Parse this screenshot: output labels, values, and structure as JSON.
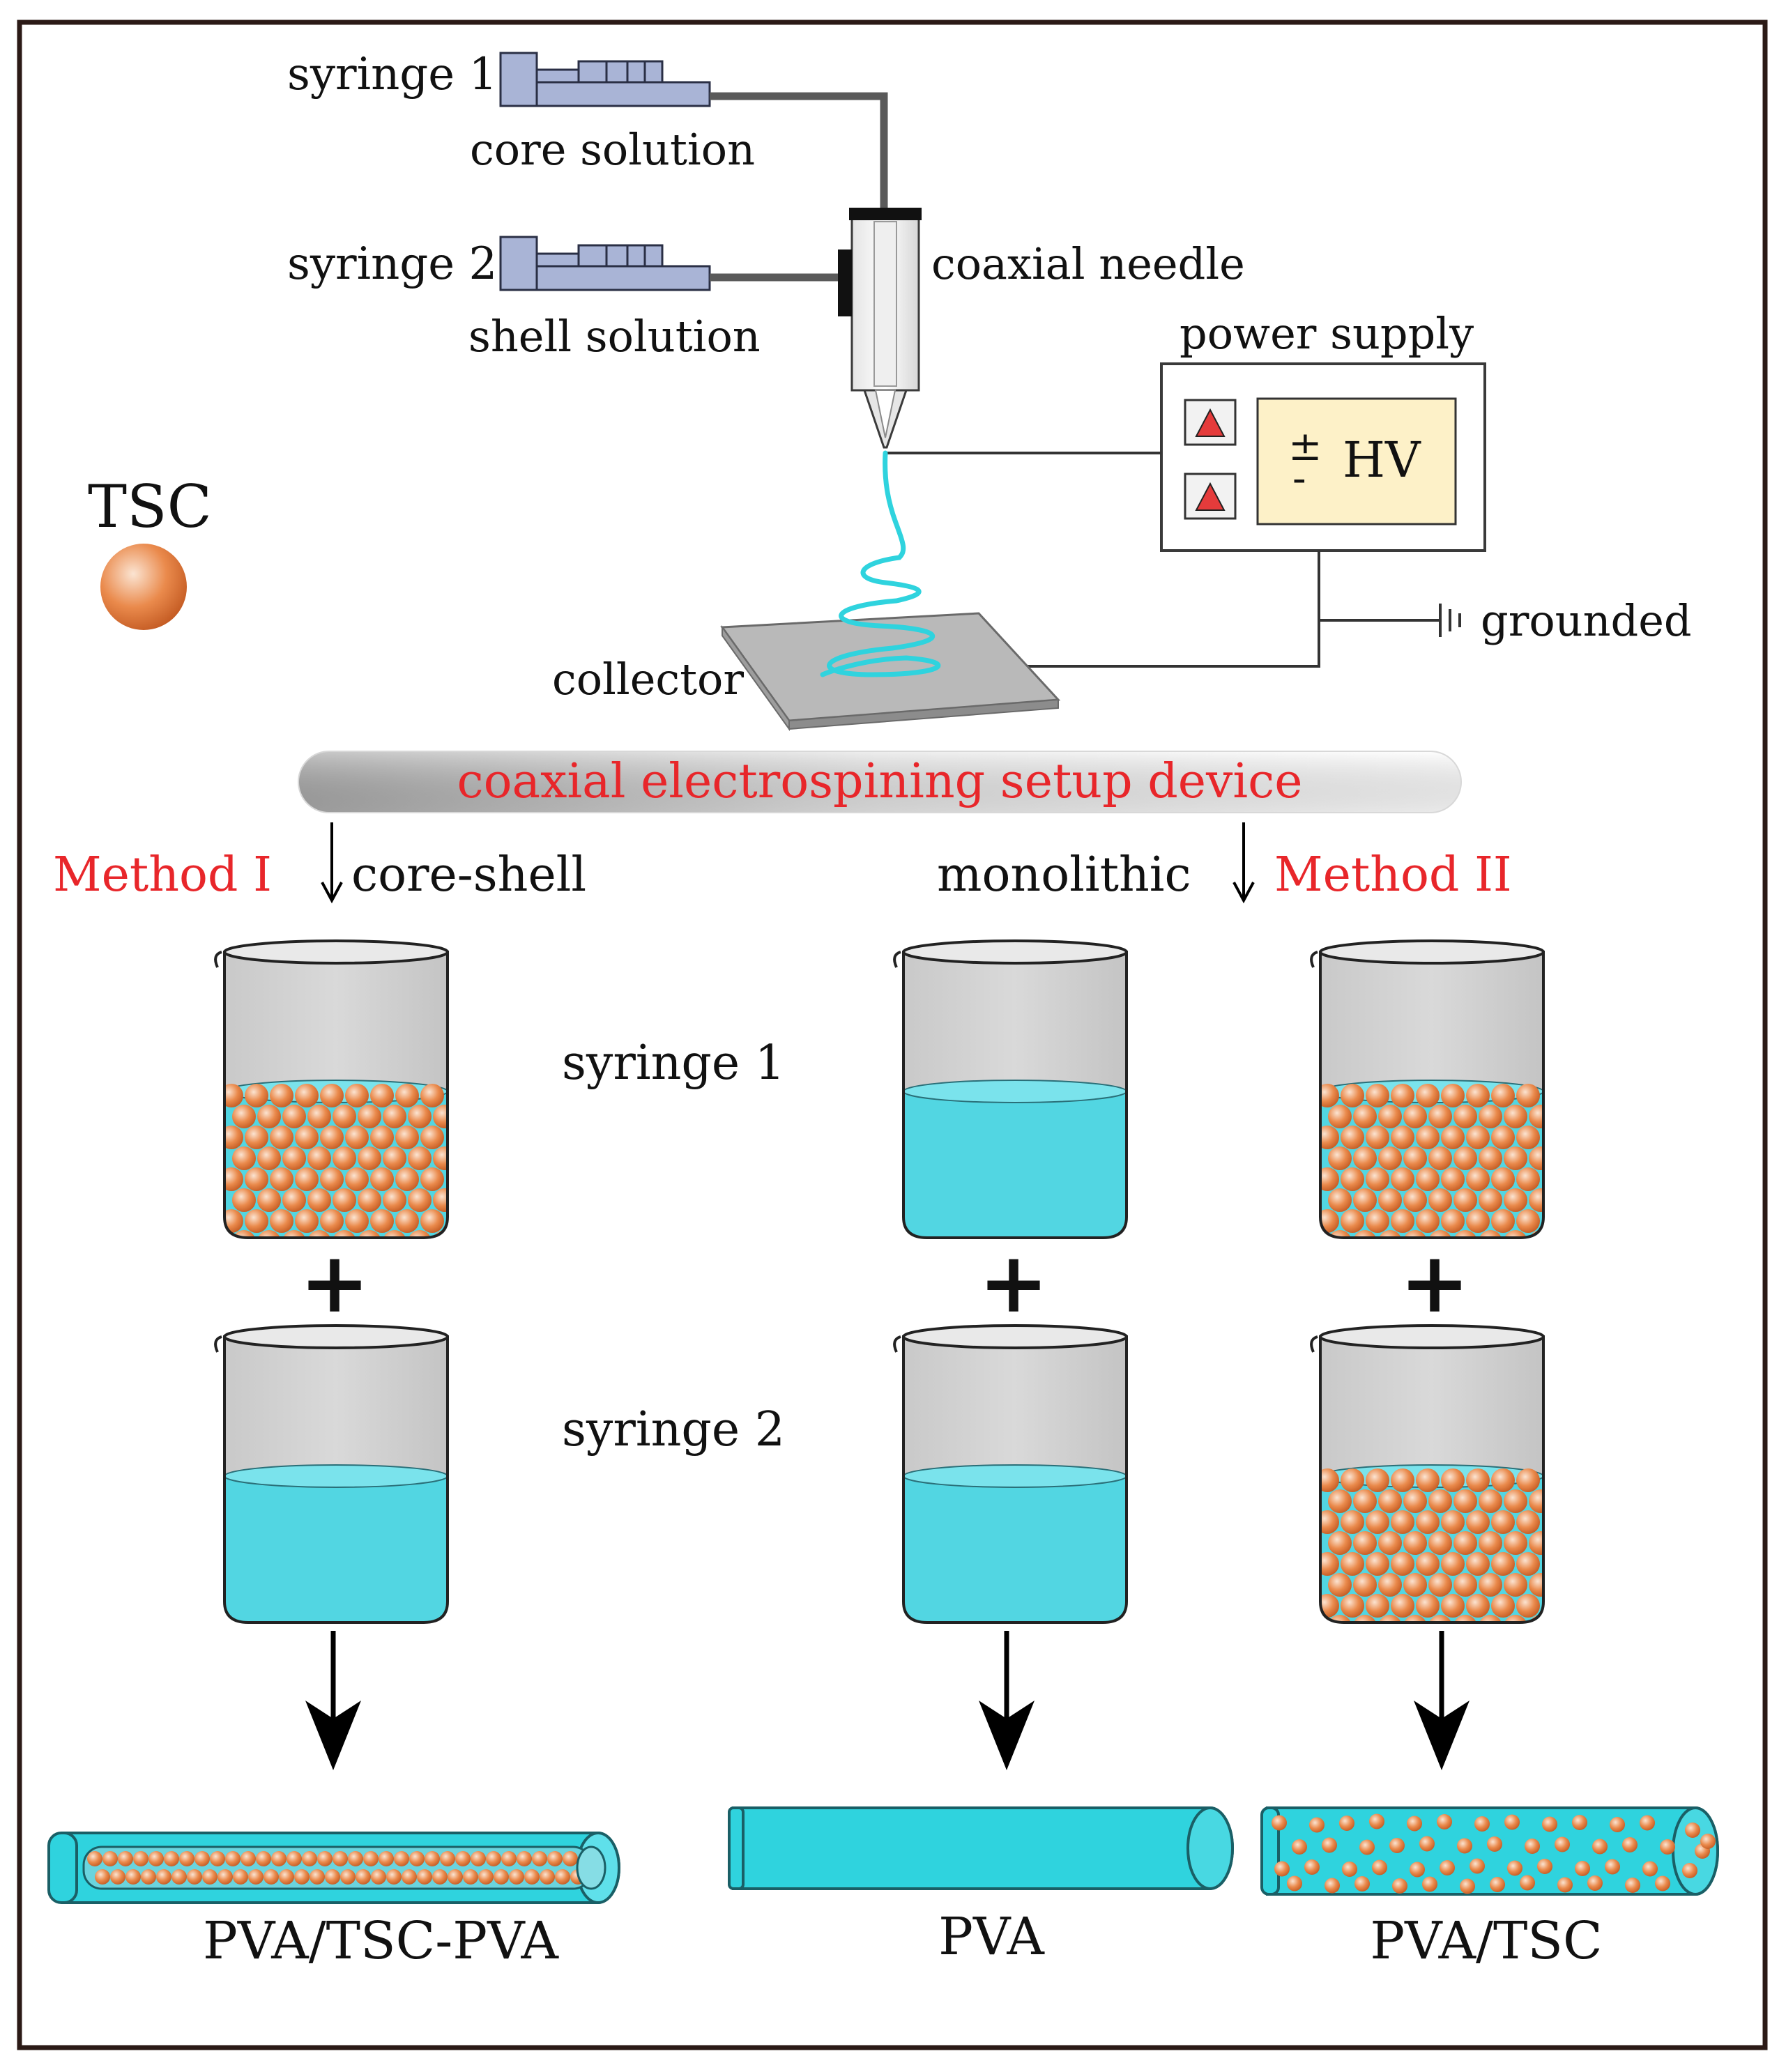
{
  "labels": {
    "syringe1": "syringe 1",
    "core_solution": "core solution",
    "syringe2": "syringe 2",
    "shell_solution": "shell solution",
    "coaxial_needle": "coaxial needle",
    "power_supply": "power supply",
    "hv": "HV",
    "pm_plus": "±",
    "pm_minus": "-",
    "grounded": "grounded",
    "collector": "collector",
    "tsc": "TSC",
    "setup_banner": "coaxial electrospining setup device",
    "method1": "Method I",
    "core_shell": "core-shell",
    "monolithic": "monolithic",
    "method2": "Method II",
    "syringe1_mid": "syringe 1",
    "syringe2_mid": "syringe 2",
    "plus": "+",
    "product1": "PVA/TSC-PVA",
    "product2": "PVA",
    "product3": "PVA/TSC"
  },
  "colors": {
    "method_red": "#e8262a",
    "solution_cyan": "#52d6e2",
    "fiber_cyan": "#2fd3de",
    "particle_orange": "#e07a3e",
    "syringe_blue": "#a9b4d6",
    "display_yellow": "#fdf1c8",
    "triangle_red": "#e53b3b"
  }
}
